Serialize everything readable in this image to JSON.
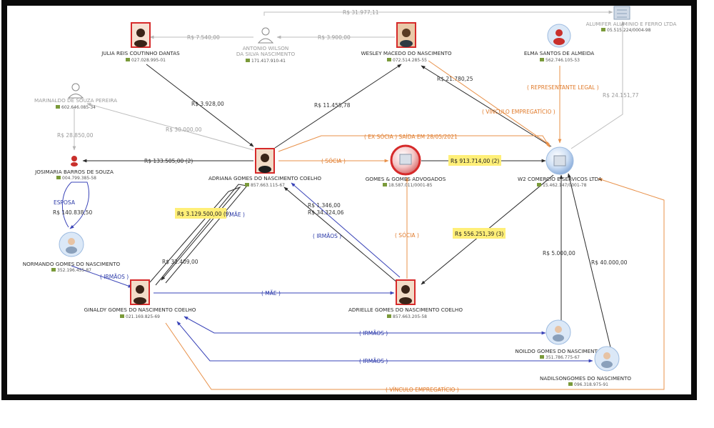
{
  "colors": {
    "frame": "#0a0a0a",
    "money_edge": "#2a2a2a",
    "gray_edge": "#bdbdbd",
    "relation_orange": "#e8914a",
    "family_blue": "#3a44b8",
    "highlight": "#ffef78",
    "person_border": "#d62a2a"
  },
  "nodes": {
    "julia": {
      "name": "JULIA REIS COUTINHO DANTAS",
      "doc": "027.028.995-01",
      "icon": "woman-photo-icon"
    },
    "antonio": {
      "name_line1": "ANTONIO WILSON",
      "name_line2": "DA SILVA NASCIMENTO",
      "doc": "171.417.910-41",
      "icon": "person-outline-icon"
    },
    "wesley": {
      "name": "WESLEY MACEDO DO NASCIMENTO",
      "doc": "072.514.285-55",
      "icon": "man-photo-icon"
    },
    "alumifer": {
      "name": "ALUMIFER ALUMINIO E FERRO LTDA",
      "doc": "05.515.224/0004-98",
      "icon": "building-icon"
    },
    "elma": {
      "name": "ELMA SANTOS DE ALMEIDA",
      "doc": "562.746.105-53",
      "icon": "woman-avatar-icon"
    },
    "marinaldo": {
      "name": "MARINALDO DE SOUZA PEREIRA",
      "doc": "602.646.085-34",
      "icon": "person-outline-icon"
    },
    "josimaria": {
      "name": "JOSIMARIA BARROS DE SOUZA",
      "doc": "004.799.385-58",
      "icon": "woman-small-icon"
    },
    "adriana": {
      "name": "ADRIANA GOMES DO NASCIMENTO COELHO",
      "doc": "857.663.115-67",
      "icon": "woman-photo-icon"
    },
    "gomes_adv": {
      "name": "GOMES & GOMES ADVOGADOS",
      "doc": "18.587.011/0001-85",
      "icon": "company-globe-icon"
    },
    "w2": {
      "name": "W2 COMERCIO E SERVICOS LTDA",
      "doc": "15.462.147/0001-78",
      "icon": "company-globe-icon"
    },
    "normando": {
      "name": "NORMANDO GOMES DO NASCIMENTO",
      "doc": "352.196.455-87",
      "icon": "man-avatar-icon"
    },
    "ginaldy": {
      "name": "GINALDY GOMES DO NASCIMENTO COELHO",
      "doc": "021.169.825-69",
      "icon": "woman-photo-icon"
    },
    "adrielle": {
      "name": "ADRIELLE GOMES DO NASCIMENTO COELHO",
      "doc": "857.663.205-58",
      "icon": "woman-photo-icon"
    },
    "noildo": {
      "name": "NOILDO GOMES DO NASCIMENTO",
      "doc": "351.786.775-67",
      "icon": "man-avatar-icon"
    },
    "nadilson": {
      "name": "NADILSONGOMES DO NASCIMENTO",
      "doc": "096.318.975-91",
      "icon": "man-avatar-icon"
    }
  },
  "edges": {
    "alumifer_top": "R$ 31.977,11",
    "julia_antonio": "R$ 7.540,00",
    "antonio_wesley": "R$ 3.900,00",
    "julia_adriana": "R$ 3.928,00",
    "wesley_adriana": "R$ 11.455,78",
    "wesley_w2": "R$ 21.780,25",
    "vinculo_top": "( VÍNCULO EMPREGATÍCIO )",
    "rep_legal": "( REPRESENTANTE LEGAL )",
    "alumifer_w2": "R$ 24.151,77",
    "marinaldo_adriana": "R$ 30.000,00",
    "marinaldo_josimaria": "R$ 28.850,00",
    "ex_socia": "( EX SÓCIA ) SAÍDA EM 28/05/2021",
    "adriana_josimaria": "R$ 133.505,00 (2)",
    "socia_top": "( SÓCIA )",
    "gomes_w2": "R$ 913.714,00 (2)",
    "esposa": "ESPOSA",
    "normando_josimaria": "R$ 140.838,50",
    "ginaldy_adriana": "R$ 3.129.500,00 (9)",
    "mae_upper": "( MÃE )",
    "adrielle_adriana_1": "R$ 1.346,00",
    "adrielle_adriana_2": "R$ 34.324,06",
    "irmaos_mid": "( IRMÃOS )",
    "socia_lower": "( SÓCIA )",
    "w2_adrielle": "R$ 556.251,39 (3)",
    "ginaldy_small": "R$ 32.409,00",
    "irmaos_left": "( IRMÃOS )",
    "mae_lower": "( MÃE )",
    "noildo_w2": "R$ 5.000,00",
    "nadilson_w2": "R$ 40.000,00",
    "irmaos_noildo": "( IRMÃOS )",
    "irmaos_nadilson": "( IRMÃOS )",
    "vinculo_bottom": "( VÍNCULO EMPREGATÍCIO )"
  }
}
